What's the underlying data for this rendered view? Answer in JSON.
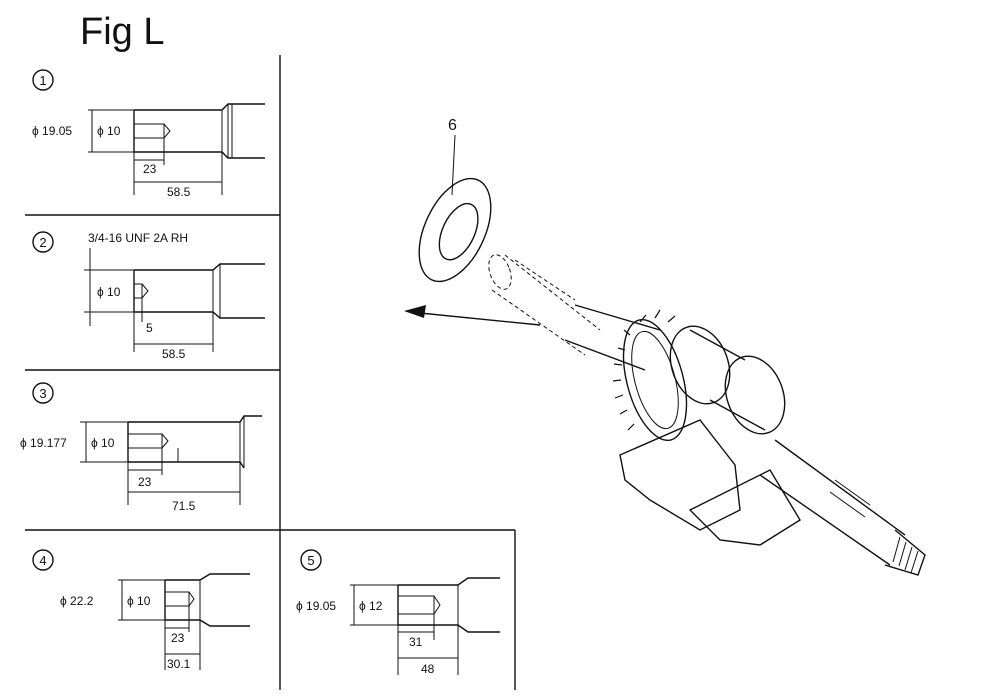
{
  "figure": {
    "title": "Fig L"
  },
  "callout": {
    "part_number": "6"
  },
  "variants": [
    {
      "id": "1",
      "labels": {
        "dia_outer": "ϕ 19.05",
        "dia_hole": "ϕ 10",
        "depth": "23",
        "length": "58.5"
      }
    },
    {
      "id": "2",
      "labels": {
        "thread": "3/4-16 UNF 2A RH",
        "dia_hole": "ϕ 10",
        "depth": "5",
        "length": "58.5"
      }
    },
    {
      "id": "3",
      "labels": {
        "dia_outer": "ϕ 19.177",
        "dia_hole": "ϕ 10",
        "depth": "23",
        "length": "71.5"
      }
    },
    {
      "id": "4",
      "labels": {
        "dia_outer": "ϕ 22.2",
        "dia_hole": "ϕ 10",
        "depth": "23",
        "length": "30.1"
      }
    },
    {
      "id": "5",
      "labels": {
        "dia_outer": "ϕ 19.05",
        "dia_hole": "ϕ 12",
        "depth": "31",
        "length": "48"
      }
    }
  ]
}
